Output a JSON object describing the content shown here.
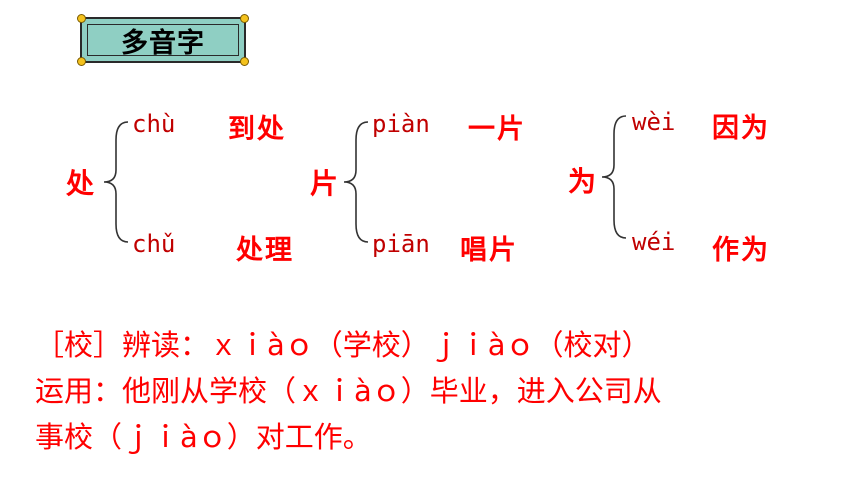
{
  "title": "多音字",
  "colors": {
    "accent": "#ff0000",
    "title_bg": "#8fcfc3",
    "dot": "#f4c21d"
  },
  "groups": [
    {
      "char": "处",
      "items": [
        {
          "pinyin": "chù",
          "word": "到处"
        },
        {
          "pinyin": "chǔ",
          "word": "处理"
        }
      ]
    },
    {
      "char": "片",
      "items": [
        {
          "pinyin": "piàn",
          "word": "一片"
        },
        {
          "pinyin": "piān",
          "word": "唱片"
        }
      ]
    },
    {
      "char": "为",
      "items": [
        {
          "pinyin": "wèi",
          "word": "因为"
        },
        {
          "pinyin": "wéi",
          "word": "作为"
        }
      ]
    }
  ],
  "note": {
    "line1": "［校］辨读：ｘｉàｏ（学校）ｊｉàｏ（校对）",
    "line2": "运用：他刚从学校（ｘｉàｏ）毕业，进入公司从",
    "line3": "事校（ｊｉàｏ）对工作。"
  }
}
